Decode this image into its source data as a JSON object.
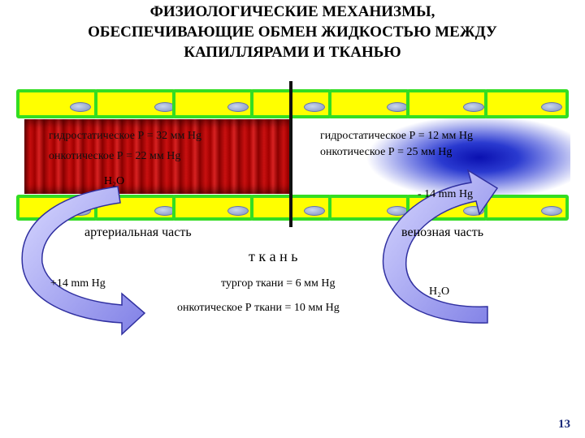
{
  "title": {
    "line1": "ФИЗИОЛОГИЧЕСКИЕ МЕХАНИЗМЫ,",
    "line2": "ОБЕСПЕЧИВАЮЩИЕ ОБМЕН ЖИДКОСТЬЮ МЕЖДУ",
    "line3": "КАПИЛЛЯРАМИ И ТКАНЬЮ"
  },
  "arterial": {
    "hydrostatic": "гидростатическое Р = 32 мм Hg",
    "oncotic": "онкотическое Р = 22 мм Hg",
    "water": "Н₂О",
    "section_label": "артериальная часть",
    "net_pressure": "+14 mm Hg"
  },
  "venous": {
    "hydrostatic": "гидростатическое Р = 12 мм Hg",
    "oncotic": "онкотическое Р = 25 мм Hg",
    "net_pressure": "- 14 mm Hg",
    "section_label": "венозная часть",
    "water": "Н₂О"
  },
  "tissue": {
    "label": "т к а н ь",
    "turgor": "тургор ткани = 6 мм Hg",
    "oncotic": "онкотическое Р ткани = 10 мм Hg"
  },
  "colors": {
    "endothelial_cell": "#ffff00",
    "cell_border": "#33dd22",
    "arterial_blood": "#c81010",
    "venous_blood": "#1a22c0",
    "arrow_fill": "#9999ee"
  },
  "page_number": "13"
}
